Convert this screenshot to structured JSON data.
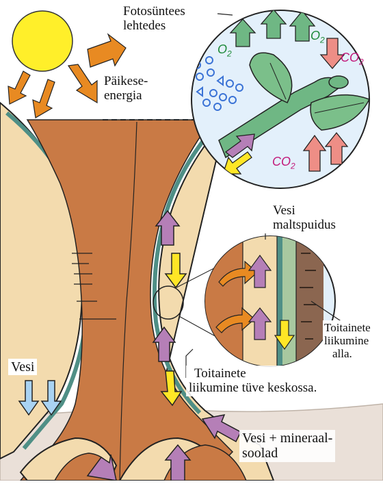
{
  "labels": {
    "photosynthesis": [
      "Fotosüntees",
      "lehtedes"
    ],
    "solar_energy": [
      "Päikese-",
      "energia"
    ],
    "water_sapwood": [
      "Vesi",
      "maltspuidus"
    ],
    "nutrients_down": [
      "Toitainete",
      "liikumine",
      "alla."
    ],
    "nutrients_center": [
      "Toitainete",
      "liikumine tüve keskossa."
    ],
    "water_left": "Vesi",
    "water_minerals": [
      "Vesi + mineraal-",
      "soolad"
    ]
  },
  "gases": {
    "o2": "O",
    "co2": "CO",
    "sub2": "2"
  },
  "colors": {
    "trunk": "#c97a45",
    "bark_outer": "#f3dbae",
    "cambium": "#4f8f86",
    "ground": "#eae0d8",
    "sun": "#ffef2a",
    "sun_ray": "#e88a22",
    "o2_arrow": "#6fb784",
    "co2_arrow": "#ee8e86",
    "water_arrow": "#b57fb7",
    "sugar_arrow": "#ffe626",
    "water_left_arrow": "#a9d3f3",
    "bubble": "#e3f0fb"
  }
}
